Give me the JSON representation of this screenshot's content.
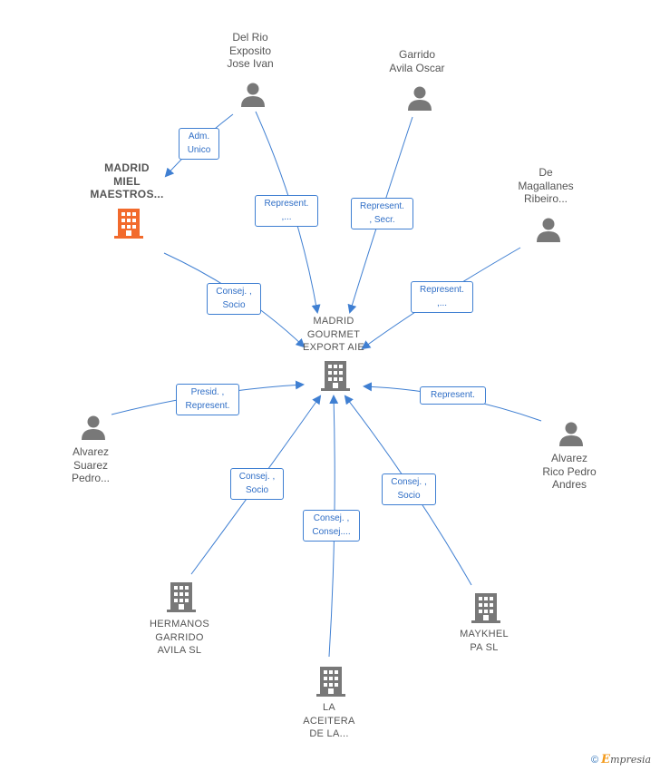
{
  "nodes": {
    "center": {
      "label": "MADRID\nGOURMET\nEXPORT AIE"
    },
    "madrid_miel": {
      "label": "MADRID\nMIEL\nMAESTROS..."
    },
    "del_rio": {
      "label": "Del Rio\nExposito\nJose Ivan"
    },
    "garrido_avila": {
      "label": "Garrido\nAvila Oscar"
    },
    "de_magallanes": {
      "label": "De\nMagallanes\nRibeiro..."
    },
    "alvarez_suarez": {
      "label": "Alvarez\nSuarez\nPedro..."
    },
    "alvarez_rico": {
      "label": "Alvarez\nRico Pedro\nAndres"
    },
    "hermanos_garrido": {
      "label": "HERMANOS\nGARRIDO\nAVILA  SL"
    },
    "la_aceitera": {
      "label": "LA\nACEITERA\nDE LA..."
    },
    "maykhel": {
      "label": "MAYKHEL\nPA  SL"
    }
  },
  "edges": {
    "adm_unico": "Adm.\nUnico",
    "delrio_represent": "Represent.\n,...",
    "garrido_represent": "Represent.\n, Secr.",
    "magallanes_represent": "Represent.\n,...",
    "miel_consej": "Consej. ,\nSocio",
    "suarez_presid": "Presid. ,\nRepresent.",
    "rico_represent": "Represent.",
    "hermanos_consej": "Consej. ,\nSocio",
    "aceitera_consej": "Consej. ,\nConsej....",
    "maykhel_consej": "Consej. ,\nSocio"
  },
  "footer": {
    "copyright_symbol": "©",
    "brand_first": "E",
    "brand_rest": "mpresia"
  },
  "colors": {
    "edge": "#3f7fd2",
    "person": "#787878",
    "company": "#787878",
    "highlight": "#f26a2c"
  }
}
